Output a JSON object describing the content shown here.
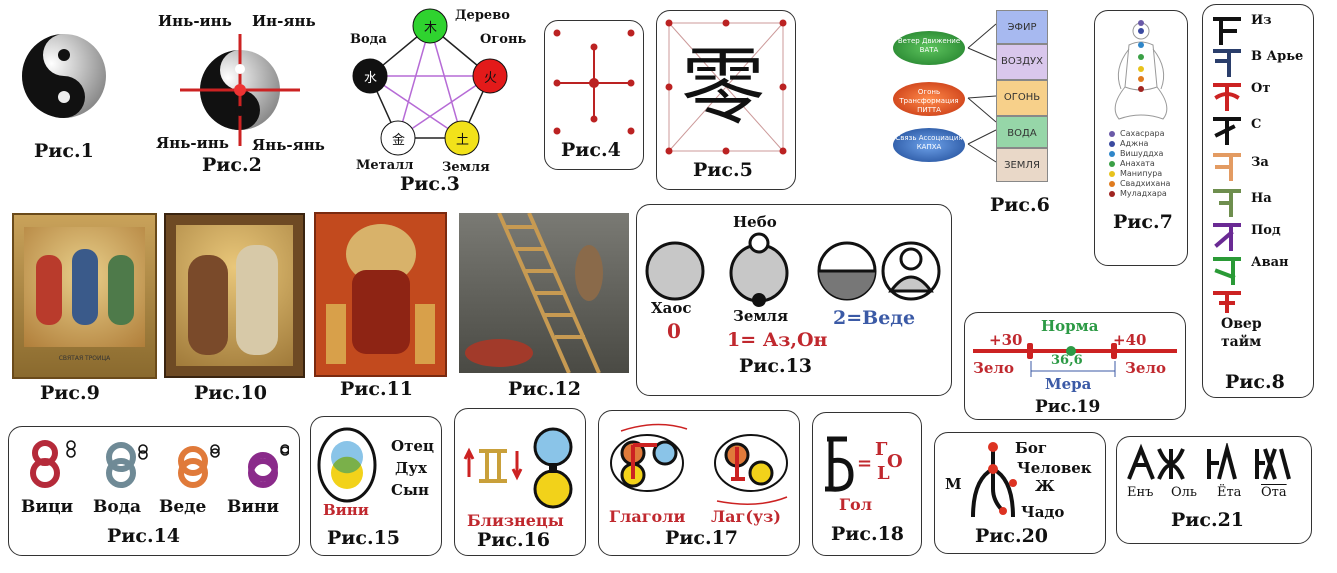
{
  "fig1": {
    "caption": "Рис.1"
  },
  "fig2": {
    "caption": "Рис.2",
    "q_tl": "Инь-инь",
    "q_tr": "Ин-янь",
    "q_bl": "Янь-инь",
    "q_br": "Янь-янь"
  },
  "fig3": {
    "caption": "Рис.3",
    "wood": "Дерево",
    "water": "Вода",
    "fire": "Огонь",
    "metal": "Металл",
    "earth": "Земля",
    "wood_ch": "木",
    "water_ch": "水",
    "fire_ch": "火",
    "metal_ch": "金",
    "earth_ch": "土"
  },
  "fig4": {
    "caption": "Рис.4"
  },
  "fig5": {
    "caption": "Рис.5",
    "glyph": "零"
  },
  "fig6": {
    "caption": "Рис.6",
    "doshas": [
      "Ветер Движение ВАТА",
      "Огонь Трансформация ПИТТА",
      "Связь Ассоциация КАПХА"
    ],
    "elements": [
      "ЭФИР",
      "ВОЗДУХ",
      "ОГОНЬ",
      "ВОДА",
      "ЗЕМЛЯ"
    ],
    "colors": {
      "vata": "#2f9a3c",
      "pitta": "#e04a1e",
      "kapha": "#2d63b8"
    }
  },
  "fig7": {
    "caption": "Рис.7",
    "chakras": [
      "Сахасрара",
      "Аджна",
      "Вишуддха",
      "Анахата",
      "Манипура",
      "Свадхихана",
      "Муладхара"
    ],
    "chakra_colors": [
      "#6a5aa8",
      "#3a4aa0",
      "#2f86c9",
      "#3aa046",
      "#e8c21c",
      "#e07b1e",
      "#a02420"
    ]
  },
  "fig8": {
    "caption": "Рис.8",
    "items": [
      "Из",
      "В Арье",
      "От",
      "С",
      "За",
      "На",
      "Под",
      "Аван",
      "Овер тайм"
    ]
  },
  "fig9": {
    "caption": "Рис.9",
    "icon_text": "СВЯТАЯ ТРОИЦА"
  },
  "fig10": {
    "caption": "Рис.10"
  },
  "fig11": {
    "caption": "Рис.11"
  },
  "fig12": {
    "caption": "Рис.12"
  },
  "fig13": {
    "caption": "Рис.13",
    "sky": "Небо",
    "chaos": "Хаос",
    "earth": "Земля",
    "zero": "0",
    "one": "1= Аз,Он",
    "two": "2=Веде"
  },
  "fig14": {
    "caption": "Рис.14",
    "labels": [
      "Вици",
      "Вода",
      "Веде",
      "Вини"
    ]
  },
  "fig15": {
    "caption": "Рис.15",
    "father": "Отец",
    "spirit": "Дух",
    "son": "Сын",
    "vini": "Вини"
  },
  "fig16": {
    "caption": "Рис.16",
    "twins": "Близнецы"
  },
  "fig17": {
    "caption": "Рис.17",
    "left": "Глаголи",
    "right": "Лаг(уз)"
  },
  "fig18": {
    "caption": "Рис.18",
    "gol": "Гол",
    "eq": "=",
    "g": "Г",
    "o": "O",
    "l": "L"
  },
  "fig19": {
    "caption": "Рис.19",
    "norm": "Норма",
    "left_val": "+30",
    "right_val": "+40",
    "center_val": "36,6",
    "zelo_l": "Зело",
    "zelo_r": "Зело",
    "mera": "Мера"
  },
  "fig20": {
    "caption": "Рис.20",
    "god": "Бог",
    "human": "Человек",
    "m": "М",
    "zh": "Ж",
    "child": "Чадо"
  },
  "fig21": {
    "caption": "Рис.21",
    "names": [
      "Енъ",
      "Оль",
      "Ёта",
      "Ота"
    ]
  }
}
